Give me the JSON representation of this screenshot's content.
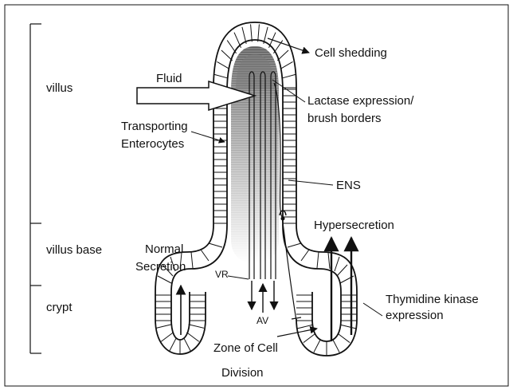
{
  "labels": {
    "region_villus": "villus",
    "region_villus_base": "villus base",
    "region_crypt": "crypt",
    "fluid": "Fluid",
    "cell_shedding": "Cell shedding",
    "lactase_line1": "Lactase expression/",
    "lactase_line2": "brush borders",
    "transporting_line1": "Transporting",
    "transporting_line2": "Enterocytes",
    "ens": "ENS",
    "hypersecretion": "Hypersecretion",
    "normal_line1": "Normal",
    "normal_line2": "Secretion",
    "vr": "VR",
    "av": "AV",
    "thymidine_line1": "Thymidine kinase",
    "thymidine_line2": "expression",
    "zone_line1": "Zone of Cell",
    "zone_line2": "Division"
  }
}
